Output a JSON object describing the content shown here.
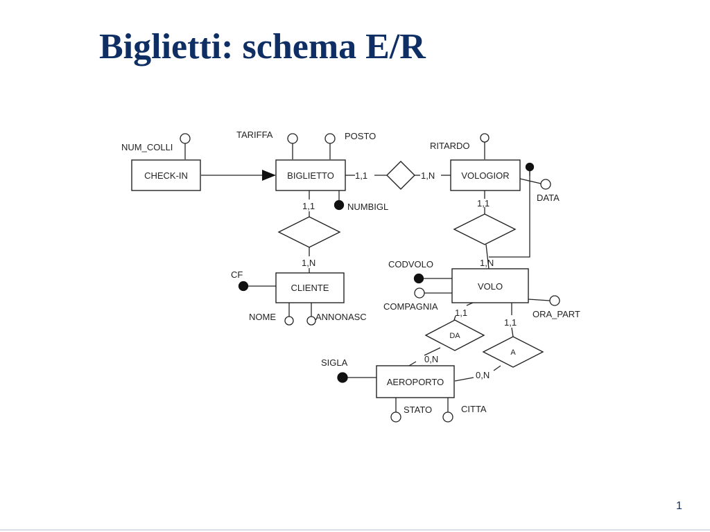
{
  "slide": {
    "title": "Biglietti: schema E/R",
    "page_number": "1",
    "title_color": "#0f2e63"
  },
  "diagram": {
    "entities": {
      "checkin": "CHECK-IN",
      "biglietto": "BIGLIETTO",
      "vologior": "VOLOGIOR",
      "cliente": "CLIENTE",
      "volo": "VOLO",
      "aeroporto": "AEROPORTO"
    },
    "relationships": {
      "da": "DA",
      "a": "A"
    },
    "attributes": {
      "num_colli": "NUM_COLLI",
      "tariffa": "TARIFFA",
      "posto": "POSTO",
      "numbigl": "NUMBIGL",
      "ritardo": "RITARDO",
      "data": "DATA",
      "cf": "CF",
      "nome": "NOME",
      "annonasc": "ANNONASC",
      "codvolo": "CODVOLO",
      "compagnia": "COMPAGNIA",
      "ora_part": "ORA_PART",
      "sigla": "SIGLA",
      "stato": "STATO",
      "citta": "CITTA"
    },
    "cardinalities": {
      "biglietto_vologior_left": "1,1",
      "biglietto_vologior_right": "1,N",
      "biglietto_cliente_top": "1,1",
      "biglietto_cliente_bottom": "1,N",
      "vologior_volo_top": "1,1",
      "vologior_volo_bottom": "1,N",
      "volo_da": "1,1",
      "volo_a": "1,1",
      "aeroporto_da": "0,N",
      "aeroporto_a": "0,N"
    }
  }
}
